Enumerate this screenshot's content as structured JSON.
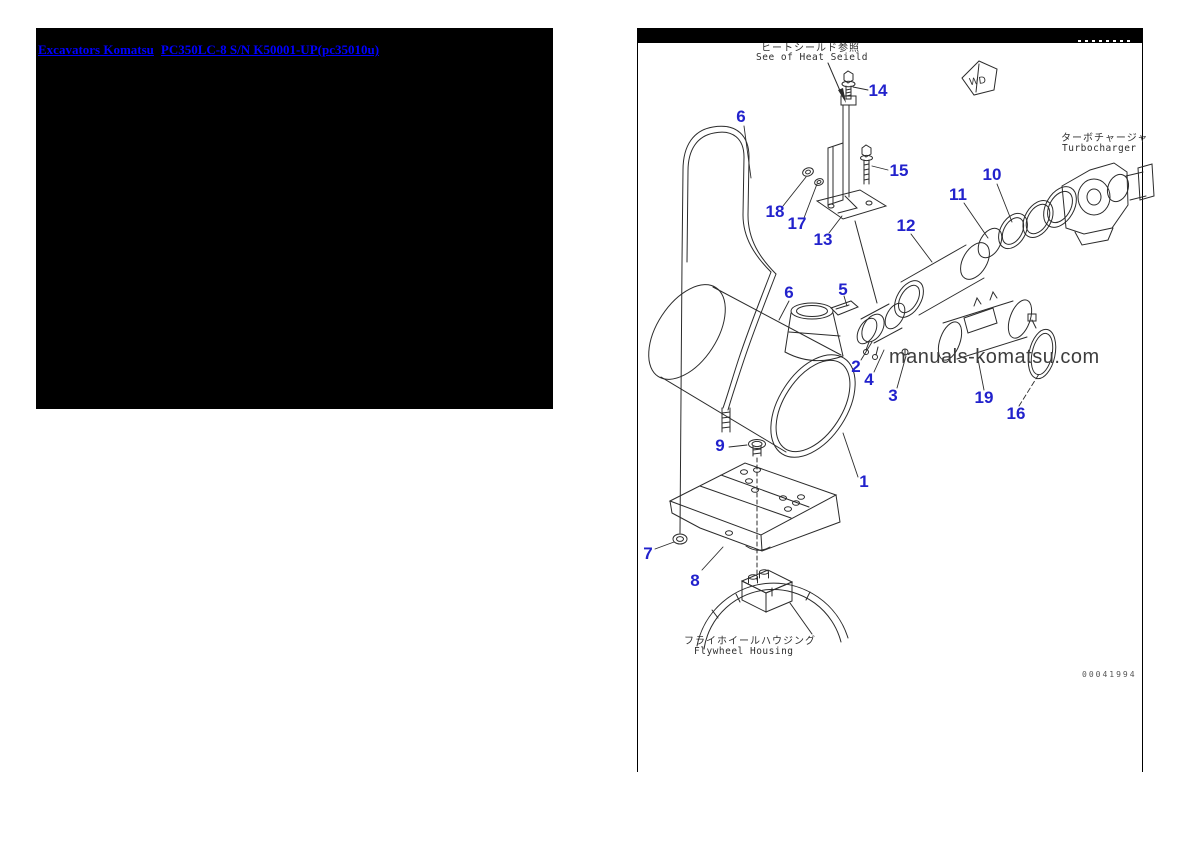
{
  "page": {
    "background": "#ffffff"
  },
  "header": {
    "panel_bg": "#000000",
    "link_color": "#0000ff",
    "links": [
      {
        "label": "Excavators Komatsu"
      },
      {
        "label": "PC350LC-8 S/N K50001-UP(pc35010u)"
      }
    ]
  },
  "diagram": {
    "header_bar_color": "#000000",
    "art_color": "#2b2b2b",
    "callout_color": "#2222cc",
    "labels": {
      "heat_shield_jp": "ヒートシールド参照",
      "heat_shield_en": "See of Heat Seield",
      "turbocharger_jp": "ターボチャージャ",
      "turbocharger_en": "Turbocharger",
      "flywheel_jp": "フライホイールハウジング",
      "flywheel_en": "Flywheel Housing",
      "view_tag": "WD"
    },
    "watermark": "manuals-komatsu.com",
    "drawing_number": "00041994",
    "callouts": [
      {
        "label": "1"
      },
      {
        "label": "2"
      },
      {
        "label": "3"
      },
      {
        "label": "4"
      },
      {
        "label": "5"
      },
      {
        "label": "6"
      },
      {
        "label": "6"
      },
      {
        "label": "7"
      },
      {
        "label": "8"
      },
      {
        "label": "9"
      },
      {
        "label": "10"
      },
      {
        "label": "11"
      },
      {
        "label": "12"
      },
      {
        "label": "13"
      },
      {
        "label": "14"
      },
      {
        "label": "15"
      },
      {
        "label": "16"
      },
      {
        "label": "17"
      },
      {
        "label": "18"
      },
      {
        "label": "19"
      }
    ]
  }
}
